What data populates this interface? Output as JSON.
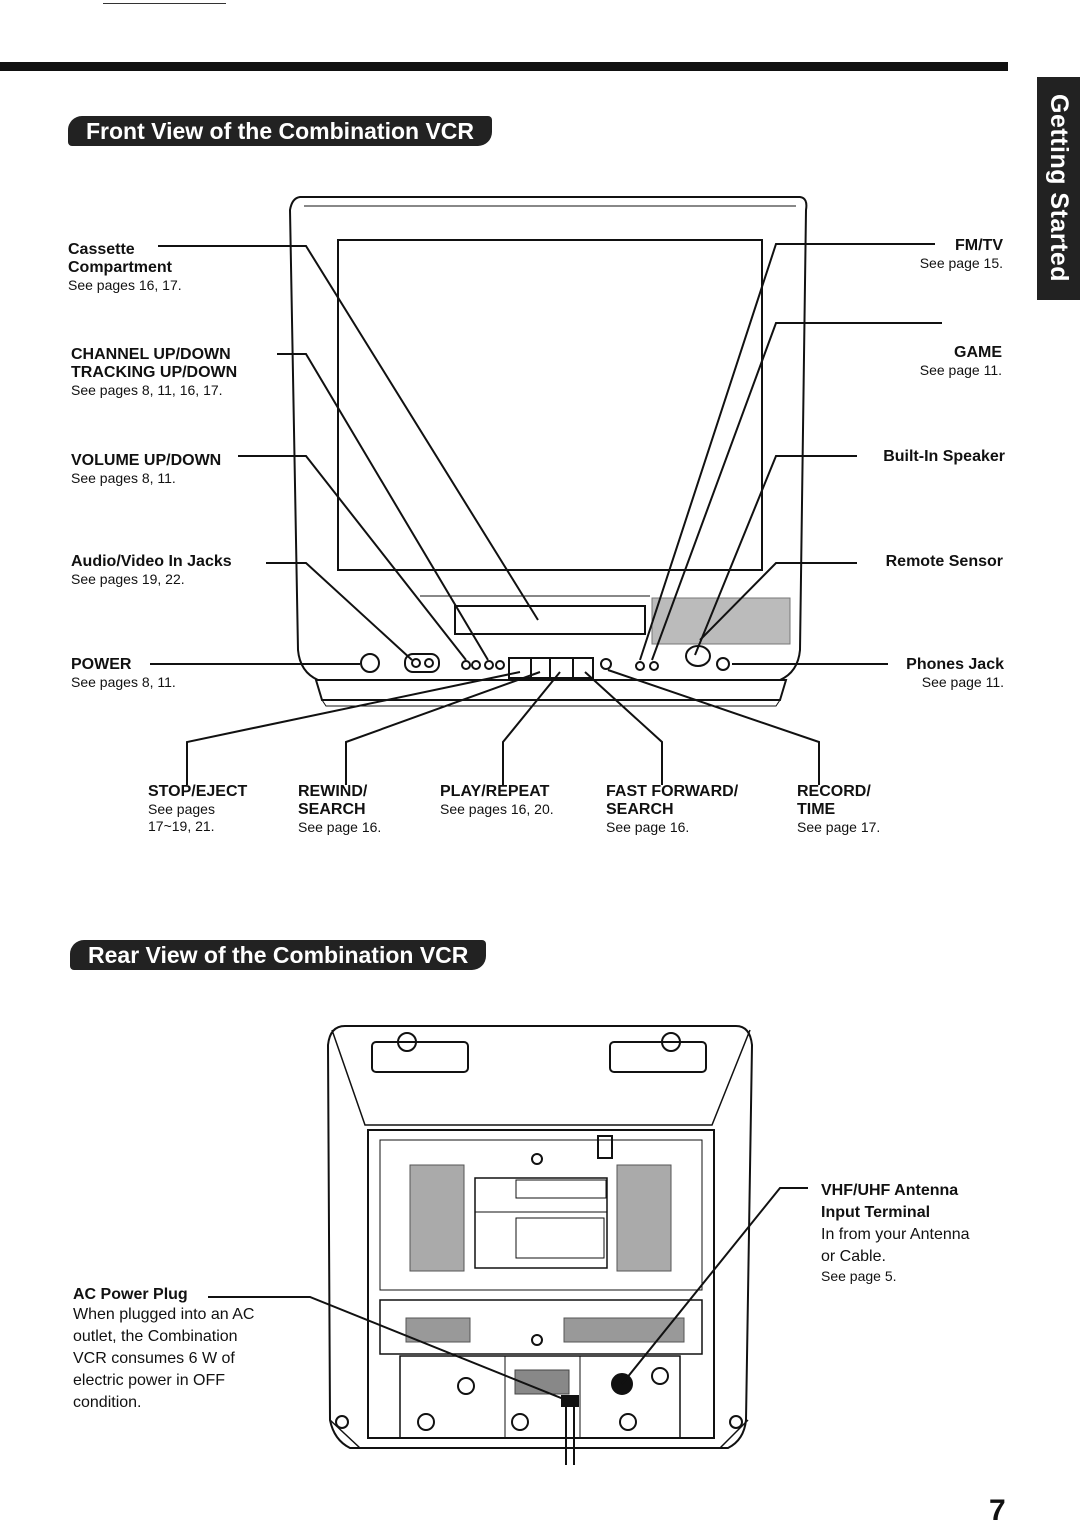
{
  "side_tab": "Getting Started",
  "front": {
    "title": "Front View of the Combination VCR",
    "left": [
      {
        "label": "Cassette\nCompartment",
        "ref": "See pages 16, 17."
      },
      {
        "label": "CHANNEL UP/DOWN\nTRACKING UP/DOWN",
        "ref": "See pages 8, 11, 16, 17."
      },
      {
        "label": "VOLUME UP/DOWN",
        "ref": "See pages 8, 11."
      },
      {
        "label": "Audio/Video In Jacks",
        "ref": "See pages 19, 22."
      },
      {
        "label": "POWER",
        "ref": "See pages 8, 11."
      }
    ],
    "right": [
      {
        "label": "FM/TV",
        "ref": "See page 15."
      },
      {
        "label": "GAME",
        "ref": "See page 11."
      },
      {
        "label": "Built-In Speaker",
        "ref": ""
      },
      {
        "label": "Remote Sensor",
        "ref": ""
      },
      {
        "label": "Phones Jack",
        "ref": "See page 11."
      }
    ],
    "bottom": [
      {
        "label": "STOP/EJECT",
        "ref": "See pages\n17~19, 21."
      },
      {
        "label": "REWIND/\nSEARCH",
        "ref": "See page 16."
      },
      {
        "label": "PLAY/REPEAT",
        "ref": "See pages 16, 20."
      },
      {
        "label": "FAST FORWARD/\nSEARCH",
        "ref": "See page 16."
      },
      {
        "label": "RECORD/\nTIME",
        "ref": "See page 17."
      }
    ]
  },
  "rear": {
    "title": "Rear View of the Combination VCR",
    "antenna": {
      "label": "VHF/UHF Antenna\nInput Terminal",
      "desc": "In from your Antenna\nor Cable.",
      "ref": "See page 5."
    },
    "power_plug": {
      "label": "AC Power Plug",
      "desc": "When plugged into an AC\noutlet, the Combination\nVCR consumes 6 W of\nelectric power in OFF\ncondition."
    }
  },
  "page_number": "7"
}
